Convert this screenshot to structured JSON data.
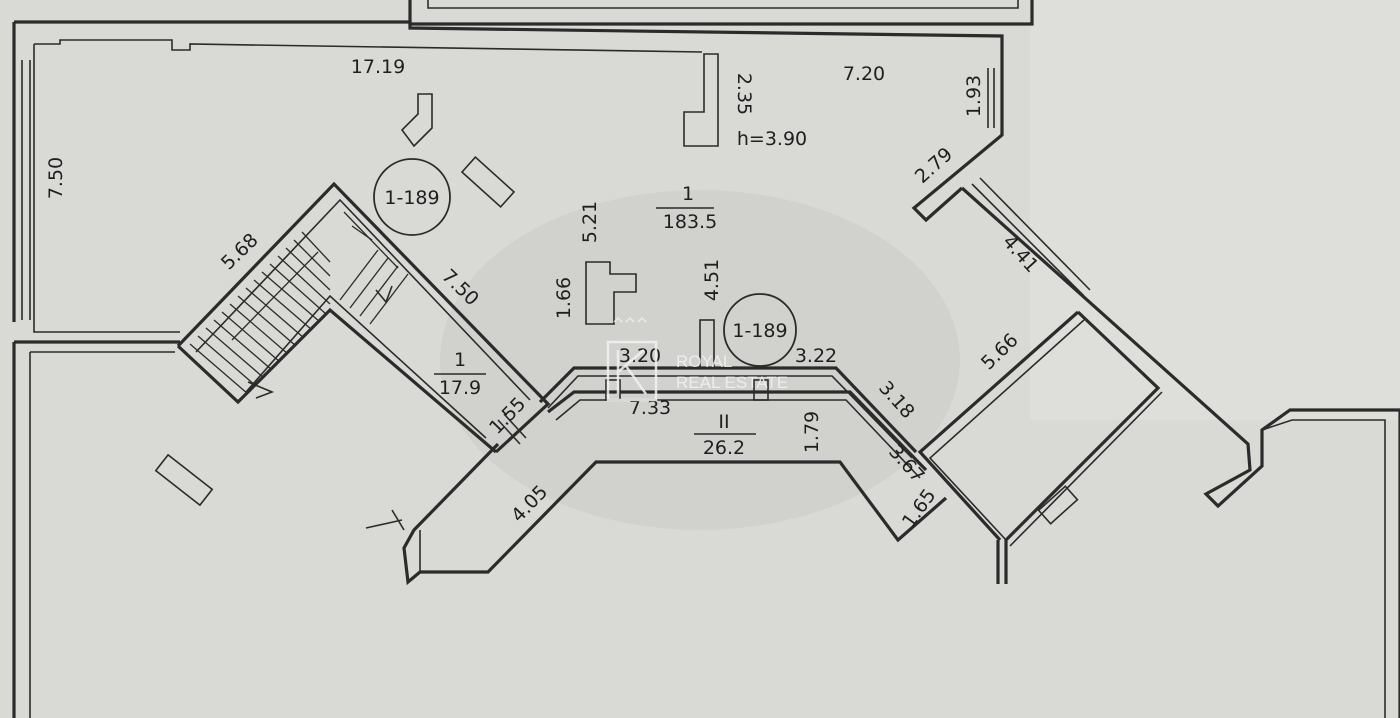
{
  "plan": {
    "dimensions": {
      "top_left_width": "17.19",
      "top_right_width": "7.20",
      "stair_pillar_height": "2.35",
      "ceiling_height": "h=3.90",
      "right_wall_short": "1.93",
      "right_diagonal_a": "2.79",
      "right_diagonal_b": "4.41",
      "left_height": "7.50",
      "stair_width": "5.68",
      "stair_diagonal": "7.50",
      "pillar_height_a": "5.21",
      "pillar_width_a": "1.66",
      "pillar_height_b": "4.51",
      "corridor_left_top": "3.20",
      "corridor_right_top": "3.22",
      "corridor_left_bottom": "7.33",
      "corridor_mid_height": "1.79",
      "corridor_right_diag": "3.18",
      "right_room_diag": "5.66",
      "lower_right_diag": "3.67",
      "lower_right_short": "1.65",
      "stair_bottom": "1.55",
      "lower_left_diag": "4.05"
    },
    "rooms": {
      "main": {
        "number": "1",
        "area": "183.5"
      },
      "stair_room": {
        "number": "1",
        "area": "17.9"
      },
      "corridor": {
        "number": "II",
        "area": "26.2"
      }
    },
    "circle_labels": {
      "first": "1-189",
      "second": "1-189"
    },
    "watermark": {
      "line1": "ROYAL",
      "line2": "REAL ESTATE"
    }
  }
}
